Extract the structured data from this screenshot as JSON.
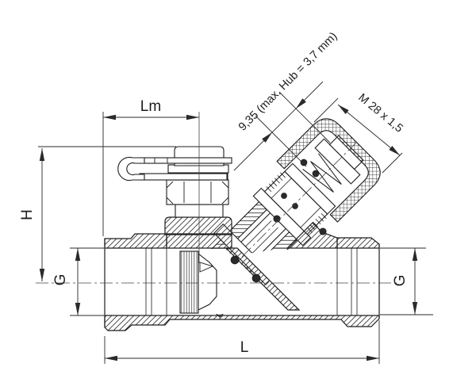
{
  "drawing": {
    "labels": {
      "lm": "Lm",
      "h": "H",
      "g_left": "G",
      "g_right": "G",
      "l": "L",
      "stroke_note": "9,35 (max. Hub = 3,7 mm)",
      "thread": "M 28 x 1,5"
    },
    "colors": {
      "line": "#1d1d1d",
      "dimension_line": "#2a2a2a",
      "background": "#ffffff",
      "seal_fill": "#2a2a2a"
    }
  }
}
